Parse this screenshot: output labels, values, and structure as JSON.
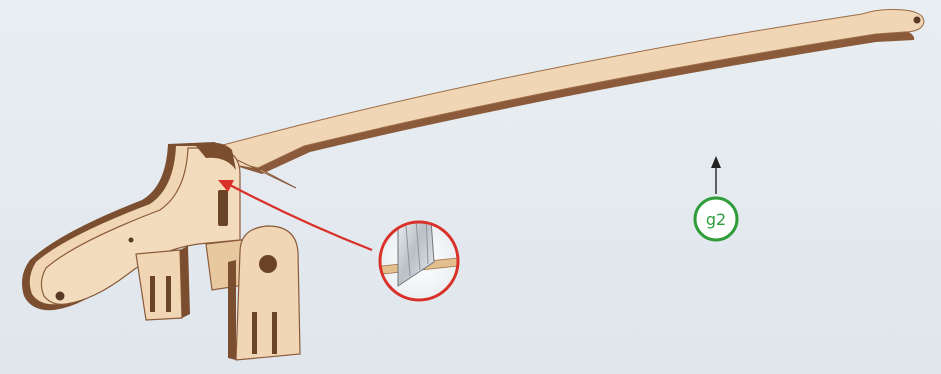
{
  "diagram": {
    "callout": {
      "label": "g2",
      "color": "#2e9d3a",
      "arrow_direction": "up"
    },
    "detail_inset": {
      "border_color": "#d9302a",
      "content": "blade-insertion-detail"
    },
    "pointer_arrow_color": "#d9302a",
    "colors": {
      "wood_face": "#f0d6b4",
      "wood_edge": "#8a5a3a",
      "wood_shadow": "#6b4428",
      "background": "#e6ecf1"
    }
  }
}
